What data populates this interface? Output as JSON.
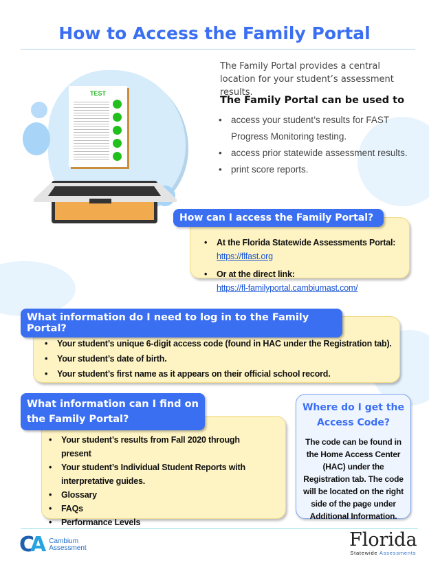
{
  "title": "How to Access the Family Portal",
  "intro": "The Family Portal provides a central location for your student’s assessment results.",
  "uses_heading": "The Family Portal can be used to",
  "uses": [
    "access your student’s results for FAST Progress Monitoring testing.",
    "access prior statewide assessment results.",
    "print score reports."
  ],
  "illustration": {
    "paper_label": "TEST"
  },
  "access": {
    "heading": "How can I access the Family Portal?",
    "items": [
      {
        "text": "At the Florida Statewide Assessments Portal:",
        "link": "https://flfast.org"
      },
      {
        "text": "Or at the direct link:",
        "link": "https://fl-familyportal.cambiumast.com/"
      }
    ]
  },
  "login": {
    "heading": "What information do I need to log in to the Family Portal?",
    "items": [
      "Your student’s unique 6-digit access code (found in HAC under the Registration tab).",
      "Your student’s date of birth.",
      "Your student’s first name as it appears on their official school record."
    ]
  },
  "find": {
    "heading": "What information can I find on the Family Portal?",
    "items": [
      "Your student’s results from Fall 2020 through present",
      "Your student’s Individual Student Reports with interpretative guides.",
      "Glossary",
      "FAQs",
      "Performance Levels"
    ]
  },
  "code": {
    "heading": "Where do I get the Access Code?",
    "text": "The code can be found in the Home Access Center (HAC) under the Registration tab. The code will be located on the right side of the page under Additional Information."
  },
  "footer": {
    "cambium_line1": "Cambium",
    "cambium_line2": "Assessment",
    "florida": "Florida",
    "florida_sub1": "Statewide",
    "florida_sub2": "Assessments"
  }
}
